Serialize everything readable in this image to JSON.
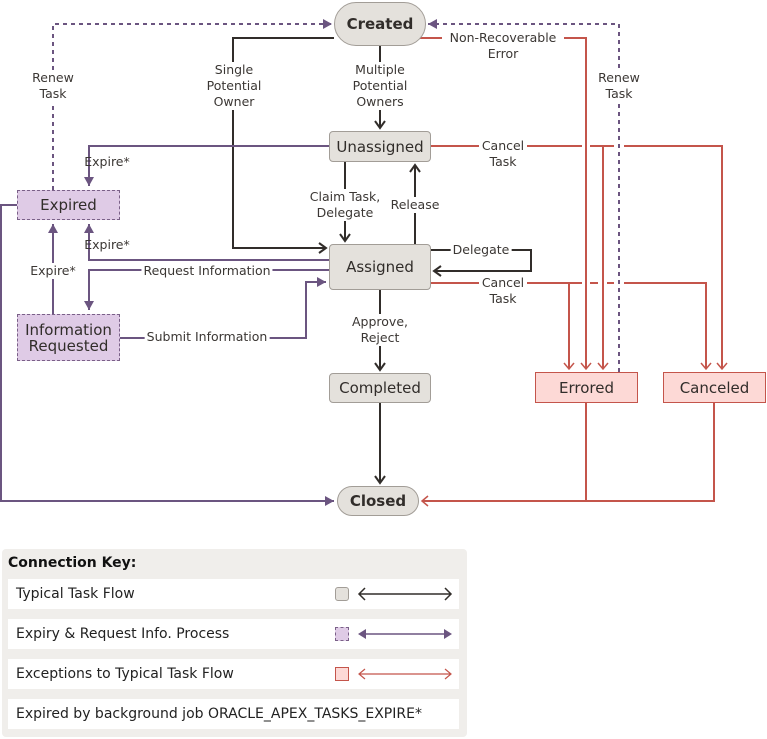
{
  "title": "Task State Transition Diagram",
  "colors": {
    "typical": "#312d2a",
    "expiry": "#6b5580",
    "exception": "#c4554b",
    "typical_fill": "#e4e1dc",
    "expiry_fill": "#dfcbe6",
    "exception_fill": "#fdd9d6"
  },
  "states": {
    "created": "Created",
    "unassigned": "Unassigned",
    "assigned": "Assigned",
    "completed": "Completed",
    "closed": "Closed",
    "expired": "Expired",
    "information_requested": "Information Requested",
    "errored": "Errored",
    "canceled": "Canceled"
  },
  "transitions": {
    "renew_task_left": "Renew Task",
    "renew_task_right": "Renew Task",
    "single_potential_owner": "Single Potential Owner",
    "multiple_potential_owners": "Multiple Potential Owners",
    "non_recoverable_error": "Non-Recoverable Error",
    "cancel_task_unassigned": "Cancel Task",
    "cancel_task_assigned": "Cancel Task",
    "expire_unassigned": "Expire*",
    "expire_assigned": "Expire*",
    "expire_info_requested": "Expire*",
    "claim_task_delegate": "Claim Task, Delegate",
    "release": "Release",
    "delegate": "Delegate",
    "request_information": "Request Information",
    "submit_information": "Submit Information",
    "approve_reject": "Approve, Reject"
  },
  "legend": {
    "title": "Connection Key:",
    "rows": [
      {
        "label": "Typical Task Flow",
        "kind": "typical"
      },
      {
        "label": "Expiry & Request Info. Process",
        "kind": "expiry"
      },
      {
        "label": "Exceptions to Typical Task Flow",
        "kind": "exception"
      },
      {
        "label": "Expired by background job ORACLE_APEX_TASKS_EXPIRE*",
        "kind": "note"
      }
    ]
  }
}
